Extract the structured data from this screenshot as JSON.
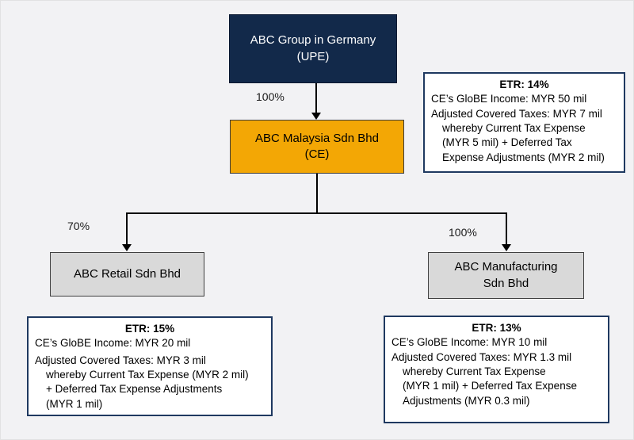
{
  "diagram": {
    "nodes": {
      "upe": {
        "name": "ABC Group in Germany",
        "suffix": "(UPE)"
      },
      "ce": {
        "name": "ABC Malaysia Sdn Bhd",
        "suffix": "(CE)"
      },
      "retail": {
        "name": "ABC Retail Sdn Bhd"
      },
      "manufacturing": {
        "name": "ABC Manufacturing",
        "suffix": "Sdn Bhd"
      }
    },
    "edges": {
      "upe_to_ce": {
        "label": "100%"
      },
      "ce_to_retail": {
        "label": "70%"
      },
      "ce_to_manufacturing": {
        "label": "100%"
      }
    },
    "infoboxes": {
      "ce": {
        "title": "ETR: 14%",
        "lines": [
          "CE’s GloBE Income: MYR 50 mil",
          "Adjusted Covered Taxes: MYR 7 mil",
          "whereby Current Tax Expense",
          "(MYR 5 mil) + Deferred Tax",
          "Expense Adjustments (MYR 2 mil)"
        ]
      },
      "retail": {
        "title": "ETR: 15%",
        "lines": [
          "CE’s GloBE Income: MYR 20 mil",
          "Adjusted Covered Taxes: MYR 3 mil",
          "whereby Current Tax Expense (MYR 2 mil)",
          "+ Deferred Tax Expense Adjustments",
          "(MYR 1 mil)"
        ]
      },
      "manufacturing": {
        "title": "ETR: 13%",
        "lines": [
          "CE’s GloBE Income: MYR 10 mil",
          "Adjusted Covered Taxes: MYR 1.3 mil",
          "whereby Current Tax Expense",
          "(MYR 1 mil) + Deferred Tax Expense",
          "Adjustments (MYR 0.3 mil)"
        ]
      }
    },
    "colors": {
      "upe_fill": "#12294A",
      "ce_fill": "#F3A705",
      "subsidiary_fill": "#D9D9D9",
      "infobox_border": "#1F3960",
      "background": "#F2F2F4",
      "line": "#000000"
    }
  }
}
